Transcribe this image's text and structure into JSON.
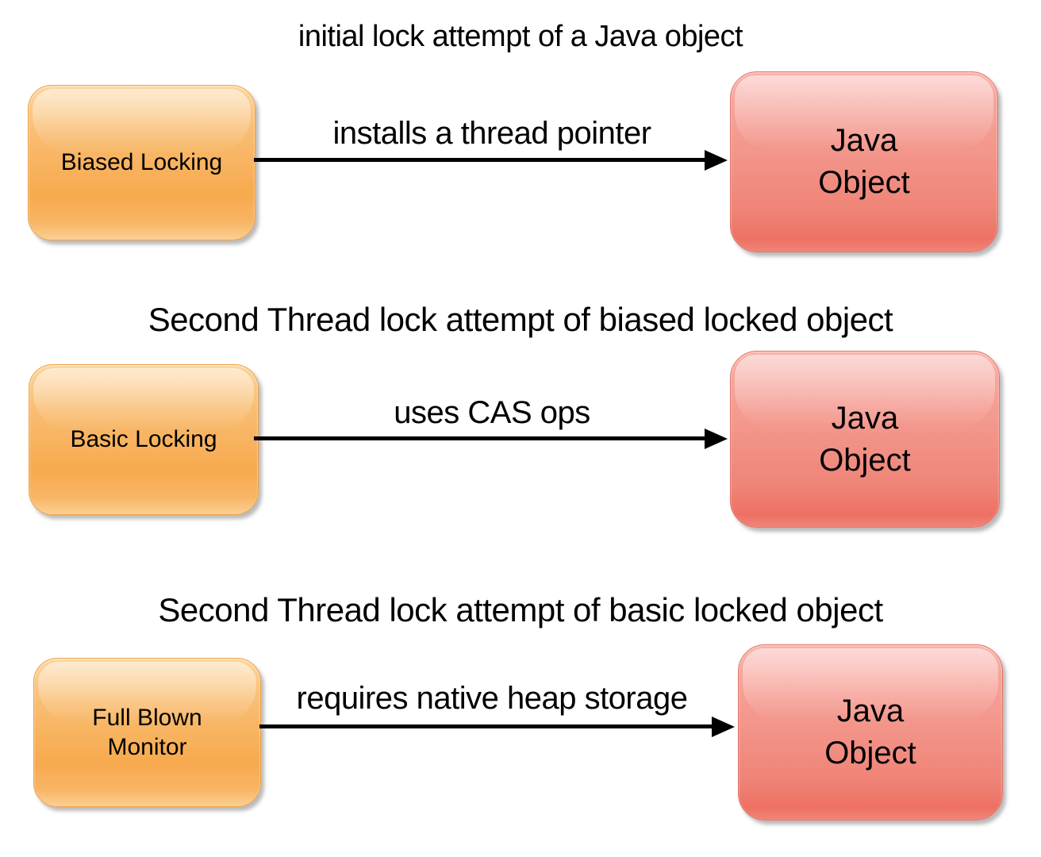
{
  "colors": {
    "background": "#ffffff",
    "source_box_top": "#fcd49a",
    "source_box_bottom": "#f7aa4e",
    "source_box_border": "#eda24a",
    "target_box_top": "#f9aea6",
    "target_box_bottom": "#ed7163",
    "target_box_border": "#e0756a",
    "arrow": "#000000",
    "text": "#000000"
  },
  "rows": [
    {
      "title": "initial lock attempt of a Java object",
      "source": "Biased Locking",
      "arrow_label": "installs a thread pointer",
      "target": "Java Object"
    },
    {
      "title": "Second Thread lock attempt of biased locked object",
      "source": "Basic Locking",
      "arrow_label": "uses CAS ops",
      "target": "Java Object"
    },
    {
      "title": "Second Thread lock attempt of basic locked object",
      "source": "Full Blown Monitor",
      "arrow_label": "requires native heap storage",
      "target": "Java Object"
    }
  ]
}
